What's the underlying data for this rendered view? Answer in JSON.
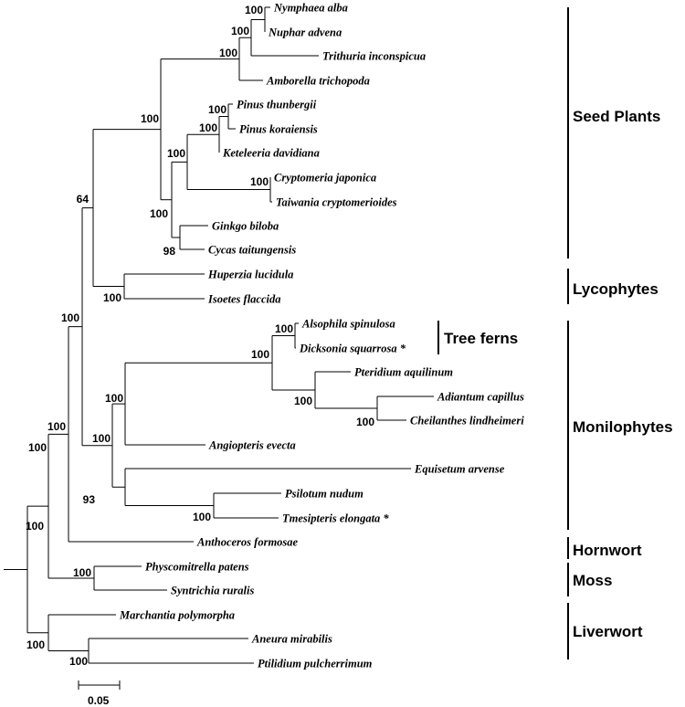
{
  "taxa": [
    {
      "id": "nymphaea",
      "name": "Nymphaea alba"
    },
    {
      "id": "nuphar",
      "name": "Nuphar advena"
    },
    {
      "id": "trithuria",
      "name": "Trithuria inconspicua"
    },
    {
      "id": "amborella",
      "name": "Amborella trichopoda"
    },
    {
      "id": "pinus_t",
      "name": "Pinus thunbergii"
    },
    {
      "id": "pinus_k",
      "name": "Pinus koraiensis"
    },
    {
      "id": "keteleeria",
      "name": "Keteleeria davidiana"
    },
    {
      "id": "cryptomeria",
      "name": "Cryptomeria japonica"
    },
    {
      "id": "taiwania",
      "name": "Taiwania cryptomerioides"
    },
    {
      "id": "ginkgo",
      "name": "Ginkgo biloba"
    },
    {
      "id": "cycas",
      "name": "Cycas taitungensis"
    },
    {
      "id": "huperzia",
      "name": "Huperzia lucidula"
    },
    {
      "id": "isoetes",
      "name": "Isoetes flaccida"
    },
    {
      "id": "alsophila",
      "name": "Alsophila spinulosa"
    },
    {
      "id": "dicksonia",
      "name": "Dicksonia squarrosa *"
    },
    {
      "id": "pteridium",
      "name": "Pteridium aquilinum"
    },
    {
      "id": "adiantum",
      "name": "Adiantum capillus"
    },
    {
      "id": "cheilanthes",
      "name": "Cheilanthes lindheimeri"
    },
    {
      "id": "angiopteris",
      "name": "Angiopteris evecta"
    },
    {
      "id": "equisetum",
      "name": "Equisetum arvense"
    },
    {
      "id": "psilotum",
      "name": "Psilotum nudum"
    },
    {
      "id": "tmesipteris",
      "name": "Tmesipteris elongata *"
    },
    {
      "id": "anthoceros",
      "name": "Anthoceros formosae"
    },
    {
      "id": "physcomitrella",
      "name": "Physcomitrella patens"
    },
    {
      "id": "syntrichia",
      "name": "Syntrichia ruralis"
    },
    {
      "id": "marchantia",
      "name": "Marchantia polymorpha"
    },
    {
      "id": "aneura",
      "name": "Aneura mirabilis"
    },
    {
      "id": "ptilidium",
      "name": "Ptilidium pulcherrimum"
    }
  ],
  "bootstrap": [
    {
      "id": "n_nymph_nuphar",
      "value": "100"
    },
    {
      "id": "n_nymph_trith",
      "value": "100"
    },
    {
      "id": "n_angio",
      "value": "100"
    },
    {
      "id": "n_pinus",
      "value": "100"
    },
    {
      "id": "n_pinaceae",
      "value": "100"
    },
    {
      "id": "n_conifers",
      "value": "100"
    },
    {
      "id": "n_cupress",
      "value": "100"
    },
    {
      "id": "n_seed",
      "value": "100"
    },
    {
      "id": "n_gymno",
      "value": "100"
    },
    {
      "id": "n_ginkgo_cycas",
      "value": "98"
    },
    {
      "id": "n_euphyll",
      "value": "64"
    },
    {
      "id": "n_lyco",
      "value": "100"
    },
    {
      "id": "n_vascular",
      "value": "100"
    },
    {
      "id": "n_treeferns",
      "value": "100"
    },
    {
      "id": "n_polypod",
      "value": "100"
    },
    {
      "id": "n_pteridaceae_a",
      "value": "100"
    },
    {
      "id": "n_pteridaceae_b",
      "value": "100"
    },
    {
      "id": "n_lepto_angio",
      "value": "100"
    },
    {
      "id": "n_moniloph",
      "value": "100"
    },
    {
      "id": "n_equi_psil",
      "value": "93"
    },
    {
      "id": "n_psilot",
      "value": "100"
    },
    {
      "id": "n_hornwort_vasc",
      "value": "100"
    },
    {
      "id": "n_moss_tracheo",
      "value": "100"
    },
    {
      "id": "n_moss",
      "value": "100"
    },
    {
      "id": "n_liverwort",
      "value": "100"
    }
  ],
  "groups": [
    {
      "id": "seed",
      "label": "Seed Plants"
    },
    {
      "id": "lyco",
      "label": "Lycophytes"
    },
    {
      "id": "tree",
      "label": "Tree ferns"
    },
    {
      "id": "monilo",
      "label": "Monilophytes"
    },
    {
      "id": "horn",
      "label": "Hornwort"
    },
    {
      "id": "moss",
      "label": "Moss"
    },
    {
      "id": "liver",
      "label": "Liverwort"
    }
  ],
  "scale_bar": {
    "label": "0.05"
  }
}
